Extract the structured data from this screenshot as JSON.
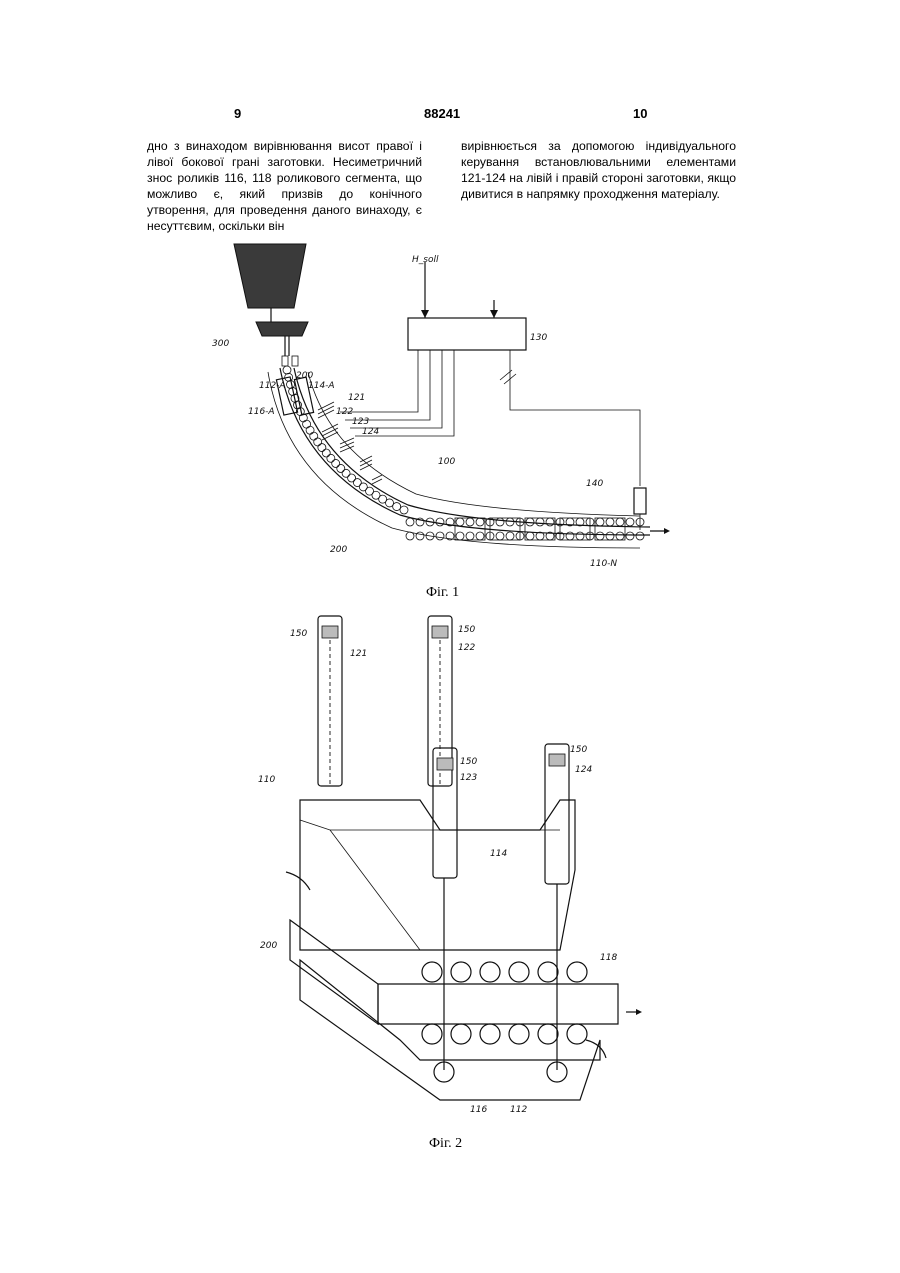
{
  "header": {
    "left_page": "9",
    "patent_number": "88241",
    "right_page": "10"
  },
  "text": {
    "left_column": "дно з винаходом вирівнювання висот правої і лівої бокової грані заготовки. Несиметричний знос роликів 116, 118 роликового сегмента, що можливо є, який призвів до конічного утворення, для проведення даного винаходу, є несуттєвим, оскільки він",
    "right_column": "вирівнюється за допомогою індивідуального керування встановлювальними елементами 121-124 на лівій і правій стороні заготовки, якщо дивитися в напрямку проходження матеріалу."
  },
  "figure1": {
    "caption": "Фіг. 1",
    "labels": {
      "l300": "300",
      "l200a": "200",
      "l114a": "114-A",
      "l116a": "116-A",
      "l112a": "112-A",
      "l121": "121",
      "l122": "122",
      "l123": "123",
      "l124": "124",
      "l100": "100",
      "l130": "130",
      "l140": "140",
      "l200b": "200",
      "l110n": "110-N",
      "lhsoll": "H_soll"
    }
  },
  "figure2": {
    "caption": "Фіг. 2",
    "labels": {
      "l150a": "150",
      "l121": "121",
      "l150b": "150",
      "l122": "122",
      "l150c": "150",
      "l123": "123",
      "l150d": "150",
      "l124": "124",
      "l110": "110",
      "l114": "114",
      "l200": "200",
      "l118": "118",
      "l116": "116",
      "l112": "112"
    }
  }
}
